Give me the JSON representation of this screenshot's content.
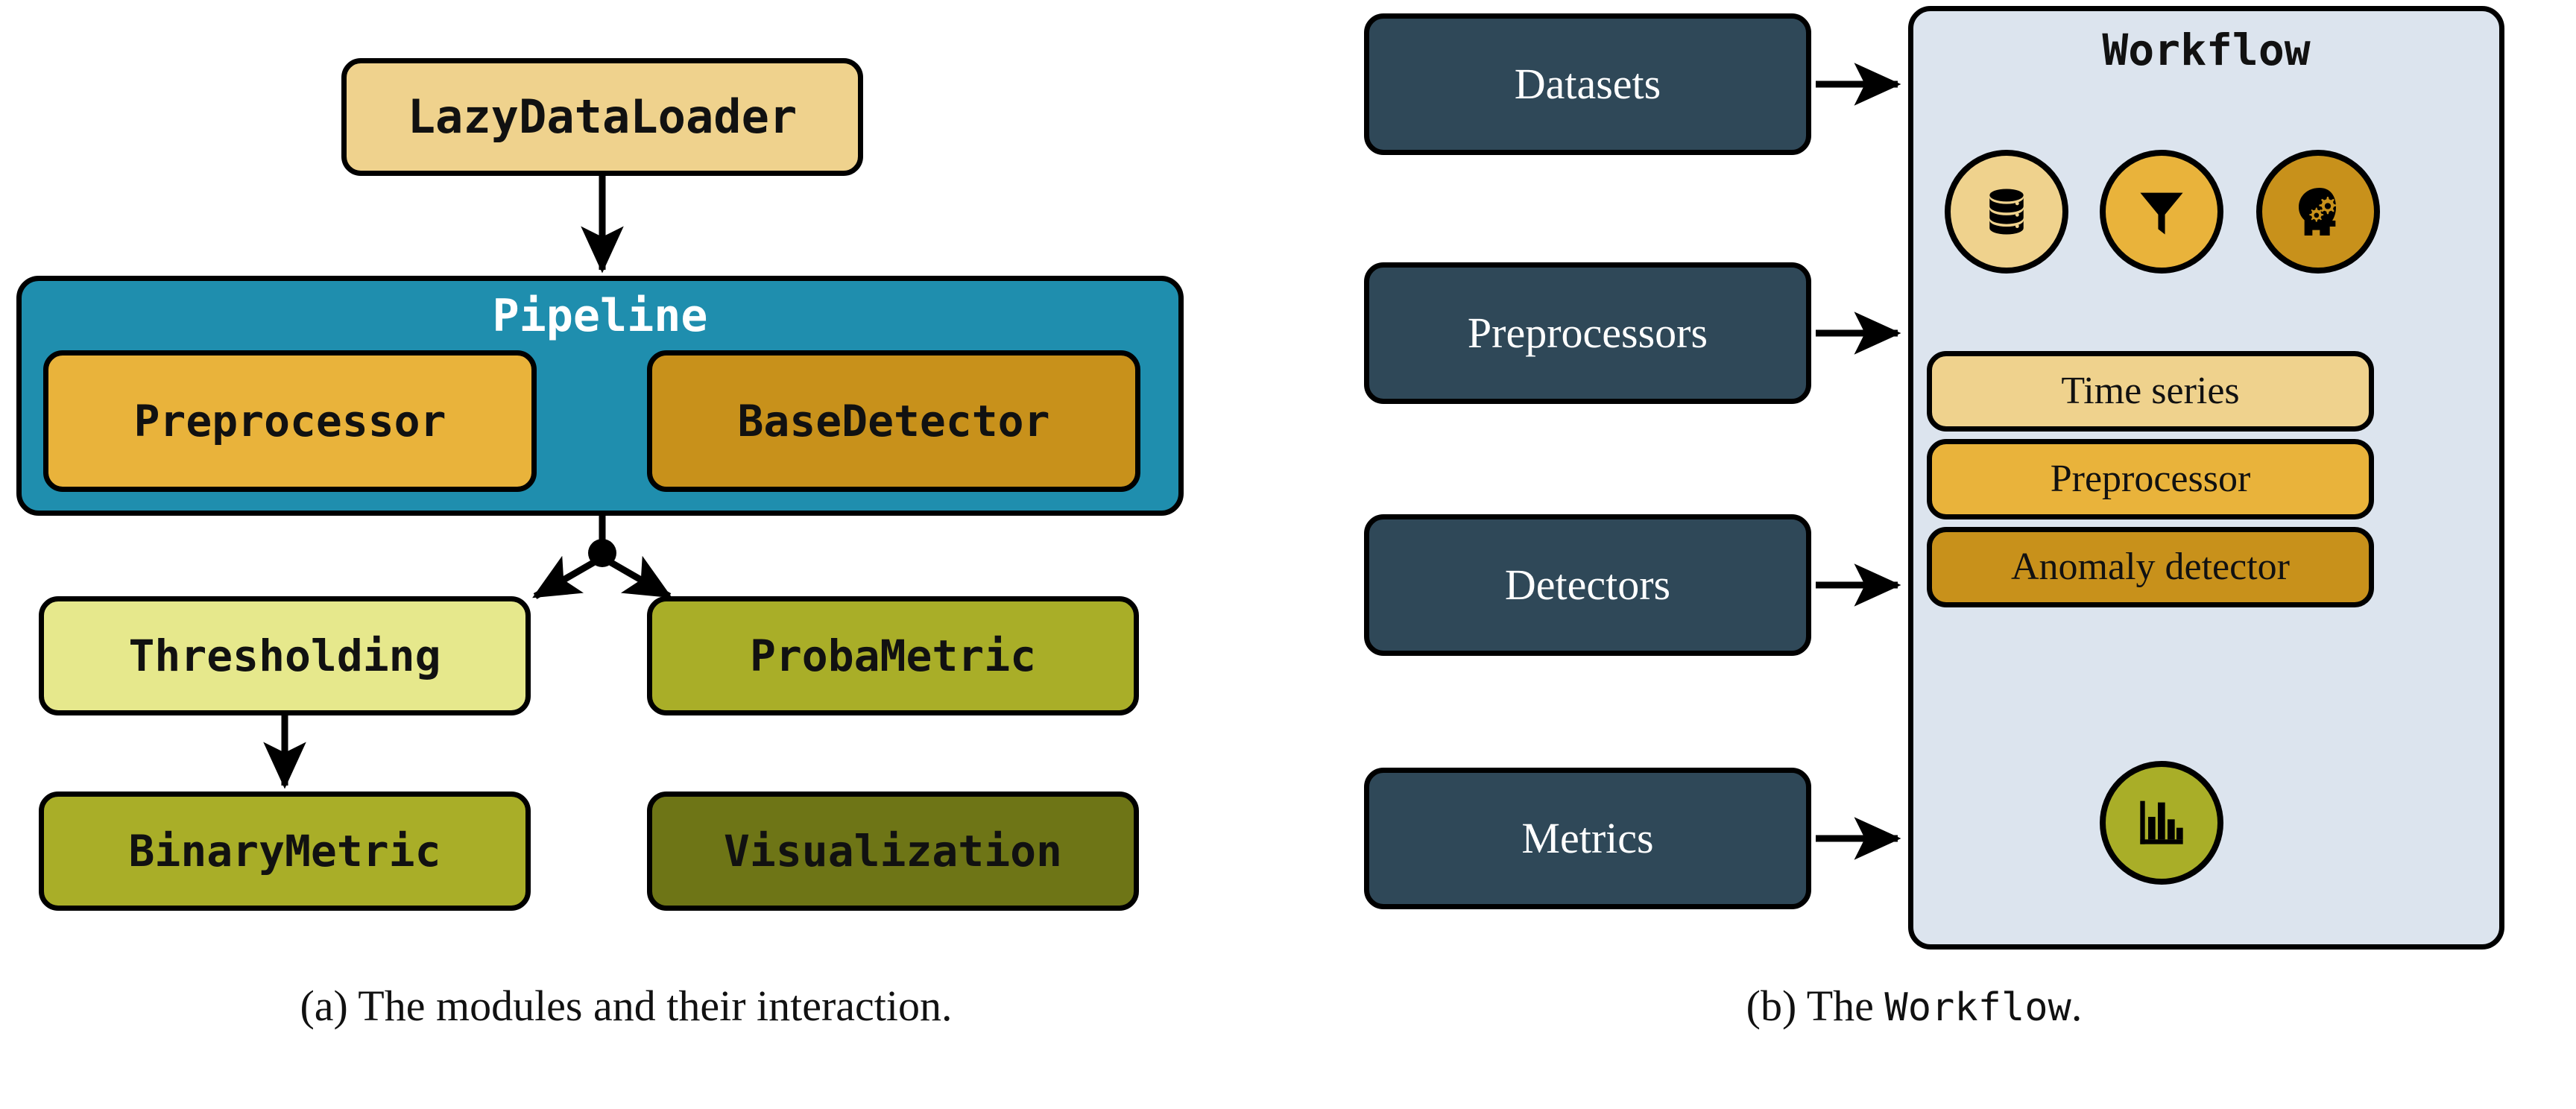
{
  "figure_a": {
    "caption_prefix": "(a)",
    "caption_text": "The modules and their interaction.",
    "nodes": {
      "lazydataloader": {
        "label": "LazyDataLoader",
        "color": "#EFD28D"
      },
      "pipeline": {
        "label": "Pipeline",
        "color": "#1F8EAE"
      },
      "preprocessor": {
        "label": "Preprocessor",
        "color": "#E9B33B"
      },
      "basedetector": {
        "label": "BaseDetector",
        "color": "#C8911B"
      },
      "thresholding": {
        "label": "Thresholding",
        "color": "#E6E88C"
      },
      "probametric": {
        "label": "ProbaMetric",
        "color": "#A9AE28"
      },
      "binarymetric": {
        "label": "BinaryMetric",
        "color": "#A9AE28"
      },
      "visualization": {
        "label": "Visualization",
        "color": "#6E7516"
      }
    },
    "edges": [
      {
        "from": "lazydataloader",
        "to": "pipeline"
      },
      {
        "from": "preprocessor",
        "to": "basedetector"
      },
      {
        "from": "pipeline",
        "to": "thresholding"
      },
      {
        "from": "pipeline",
        "to": "probametric"
      },
      {
        "from": "thresholding",
        "to": "binarymetric"
      }
    ]
  },
  "figure_b": {
    "caption_prefix": "(b)",
    "caption_text_1": "The",
    "caption_mono": "Workflow",
    "caption_text_2": ".",
    "inputs": [
      {
        "label": "Datasets"
      },
      {
        "label": "Preprocessors"
      },
      {
        "label": "Detectors"
      },
      {
        "label": "Metrics"
      }
    ],
    "panel": {
      "title": "Workflow",
      "background": "#DCE4EE",
      "icons": [
        {
          "name": "database-icon",
          "color": "#EFD28D"
        },
        {
          "name": "filter-funnel-icon",
          "color": "#E9B33B"
        },
        {
          "name": "brain-gears-icon",
          "color": "#C8911B"
        }
      ],
      "stages": [
        {
          "label": "Time series",
          "color": "#EFD28D"
        },
        {
          "label": "Preprocessor",
          "color": "#E9B33B"
        },
        {
          "label": "Anomaly detector",
          "color": "#C8911B"
        }
      ],
      "result_icon": {
        "name": "bar-chart-icon",
        "color": "#A9AE28"
      }
    }
  },
  "colors": {
    "outline": "#000000",
    "navy": "#2F4858",
    "teal": "#1F8EAE",
    "panel_blue": "#DCE4EE"
  }
}
